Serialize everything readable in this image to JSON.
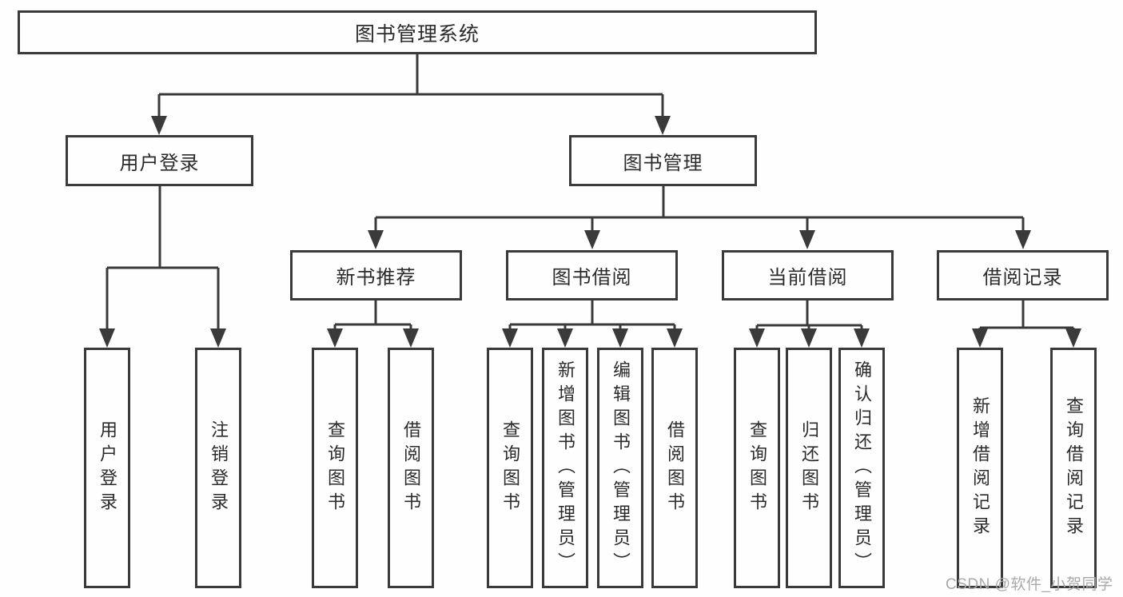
{
  "tree": {
    "root": "图书管理系统",
    "user_login": {
      "label": "用户登录",
      "children": [
        "用户登录",
        "注销登录"
      ]
    },
    "book_management": {
      "label": "图书管理",
      "sections": [
        {
          "label": "新书推荐",
          "children": [
            "查询图书",
            "借阅图书"
          ]
        },
        {
          "label": "图书借阅",
          "children": [
            "查询图书",
            "新增图书（管理员）",
            "编辑图书（管理员）",
            "借阅图书"
          ]
        },
        {
          "label": "当前借阅",
          "children": [
            "查询图书",
            "归还图书",
            "确认归还（管理员）"
          ]
        },
        {
          "label": "借阅记录",
          "children": [
            "新增借阅记录",
            "查询借阅记录"
          ]
        }
      ]
    }
  },
  "watermark": "CSDN @软件_小贺同学",
  "colors": {
    "line": "#3a3a3a",
    "box_border": "#3a3a3a",
    "text": "#2b2b2b",
    "watermark": "#a9a9a9",
    "background": "#fefefe"
  }
}
